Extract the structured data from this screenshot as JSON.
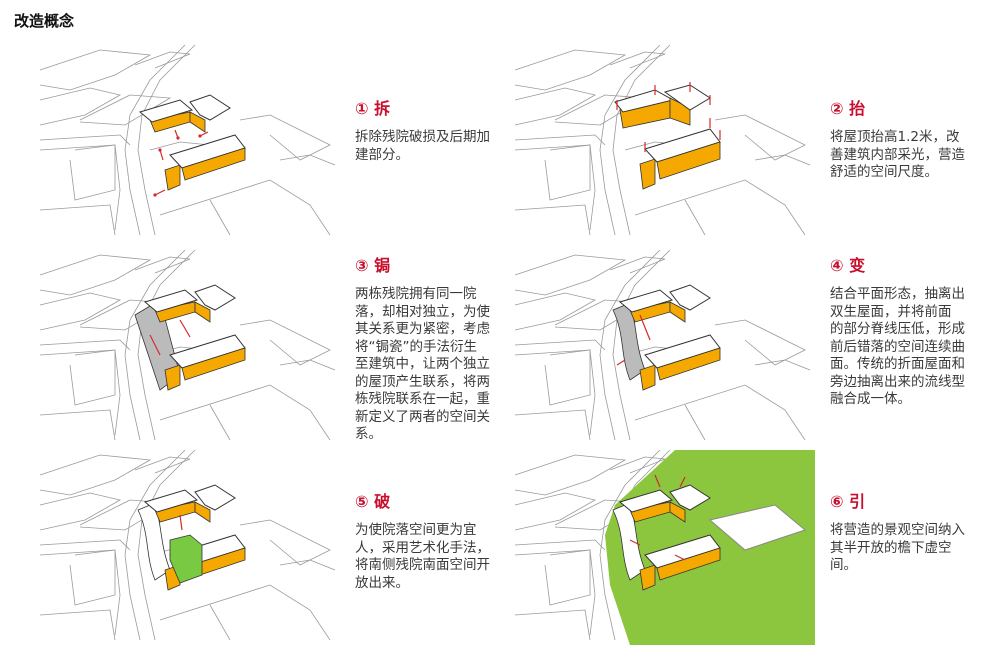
{
  "page_title": "改造概念",
  "colors": {
    "accent_red": "#c8102e",
    "building_orange": "#f5a800",
    "landscape_green": "#8cc63f"
  },
  "steps": [
    {
      "heading": "① 拆",
      "lines": [
        "拆除残院破损及后期加",
        "建部分。"
      ]
    },
    {
      "heading": "② 抬",
      "lines": [
        "将屋顶抬高1.2米，改",
        "善建筑内部采光，营造",
        "舒适的空间尺度。"
      ]
    },
    {
      "heading": "③ 锔",
      "lines": [
        "两栋残院拥有同一院",
        "落，却相对独立，为使",
        "其关系更为紧密，考虑",
        "将“锔瓷”的手法衍生",
        "至建筑中，让两个独立",
        "的屋顶产生联系，将两",
        "栋残院联系在一起，重",
        "新定义了两者的空间关",
        "系。"
      ]
    },
    {
      "heading": "④ 变",
      "lines": [
        "结合平面形态，抽离出",
        "双生屋面，并将前面",
        "的部分脊线压低，形成",
        "前后错落的空间连续曲",
        "面。传统的折面屋面和",
        "旁边抽离出来的流线型",
        "融合成一体。"
      ]
    },
    {
      "heading": "⑤ 破",
      "lines": [
        "为使院落空间更为宜",
        "人，采用艺术化手法，",
        "将南侧残院南面空间开",
        "放出来。"
      ]
    },
    {
      "heading": "⑥ 引",
      "lines": [
        "将营造的景观空间纳入",
        "其半开放的檐下虚空",
        "间。"
      ]
    }
  ]
}
